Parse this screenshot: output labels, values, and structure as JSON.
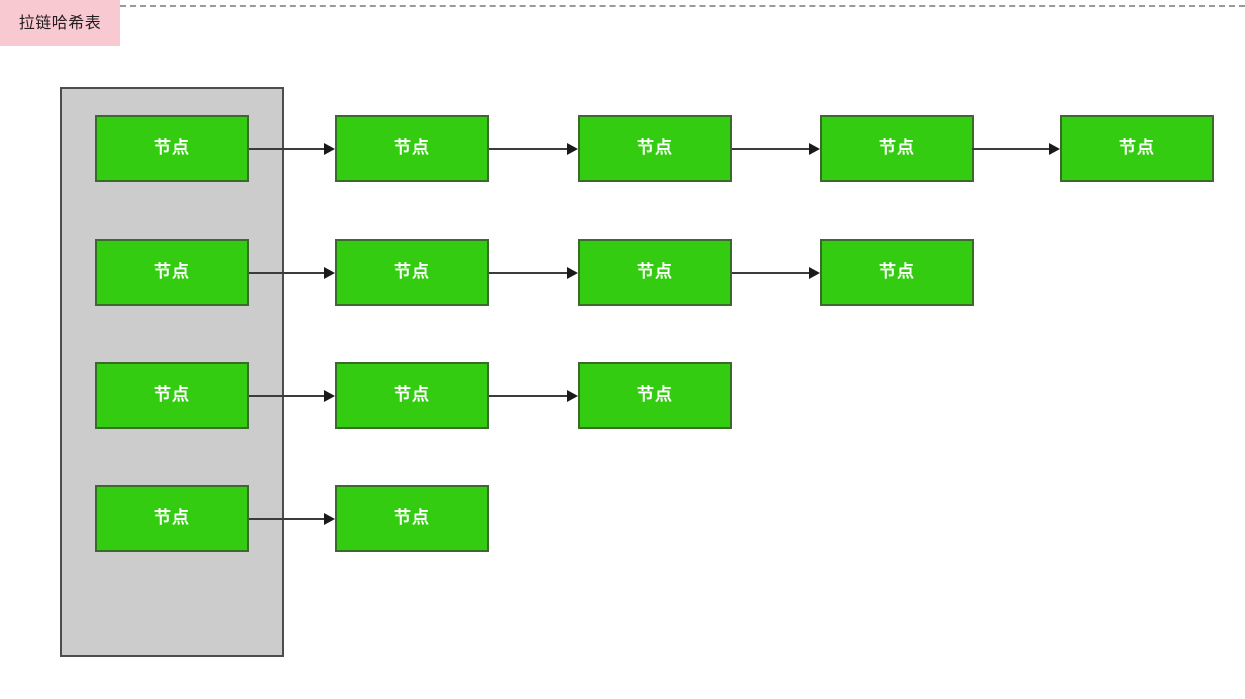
{
  "page": {
    "title_tab": {
      "label": "拉链哈希表",
      "background_color": "#f9c9d2",
      "text_color": "#231f20"
    },
    "top_rule": {
      "style": "dashed",
      "color": "#9a9a9a"
    },
    "background_color": "#ffffff"
  },
  "diagram": {
    "type": "chained-hash-table",
    "node_label": "节点",
    "colors": {
      "node_fill": "#33cc11",
      "node_border": "#3a6b2a",
      "node_text": "#ffffff",
      "bucket_array_fill": "#cccccc",
      "bucket_array_border": "#4d4d4d",
      "arrow": "#3b3b3b"
    },
    "bucket_array": {
      "name": "bucket-array",
      "bucket_count": 4,
      "buckets": [
        {
          "label": "节点",
          "chain_length": 4
        },
        {
          "label": "节点",
          "chain_length": 3
        },
        {
          "label": "节点",
          "chain_length": 2
        },
        {
          "label": "节点",
          "chain_length": 1
        }
      ]
    },
    "chains": [
      {
        "row": 1,
        "nodes": [
          "节点",
          "节点",
          "节点",
          "节点"
        ]
      },
      {
        "row": 2,
        "nodes": [
          "节点",
          "节点",
          "节点"
        ]
      },
      {
        "row": 3,
        "nodes": [
          "节点",
          "节点"
        ]
      },
      {
        "row": 4,
        "nodes": [
          "节点"
        ]
      }
    ]
  }
}
